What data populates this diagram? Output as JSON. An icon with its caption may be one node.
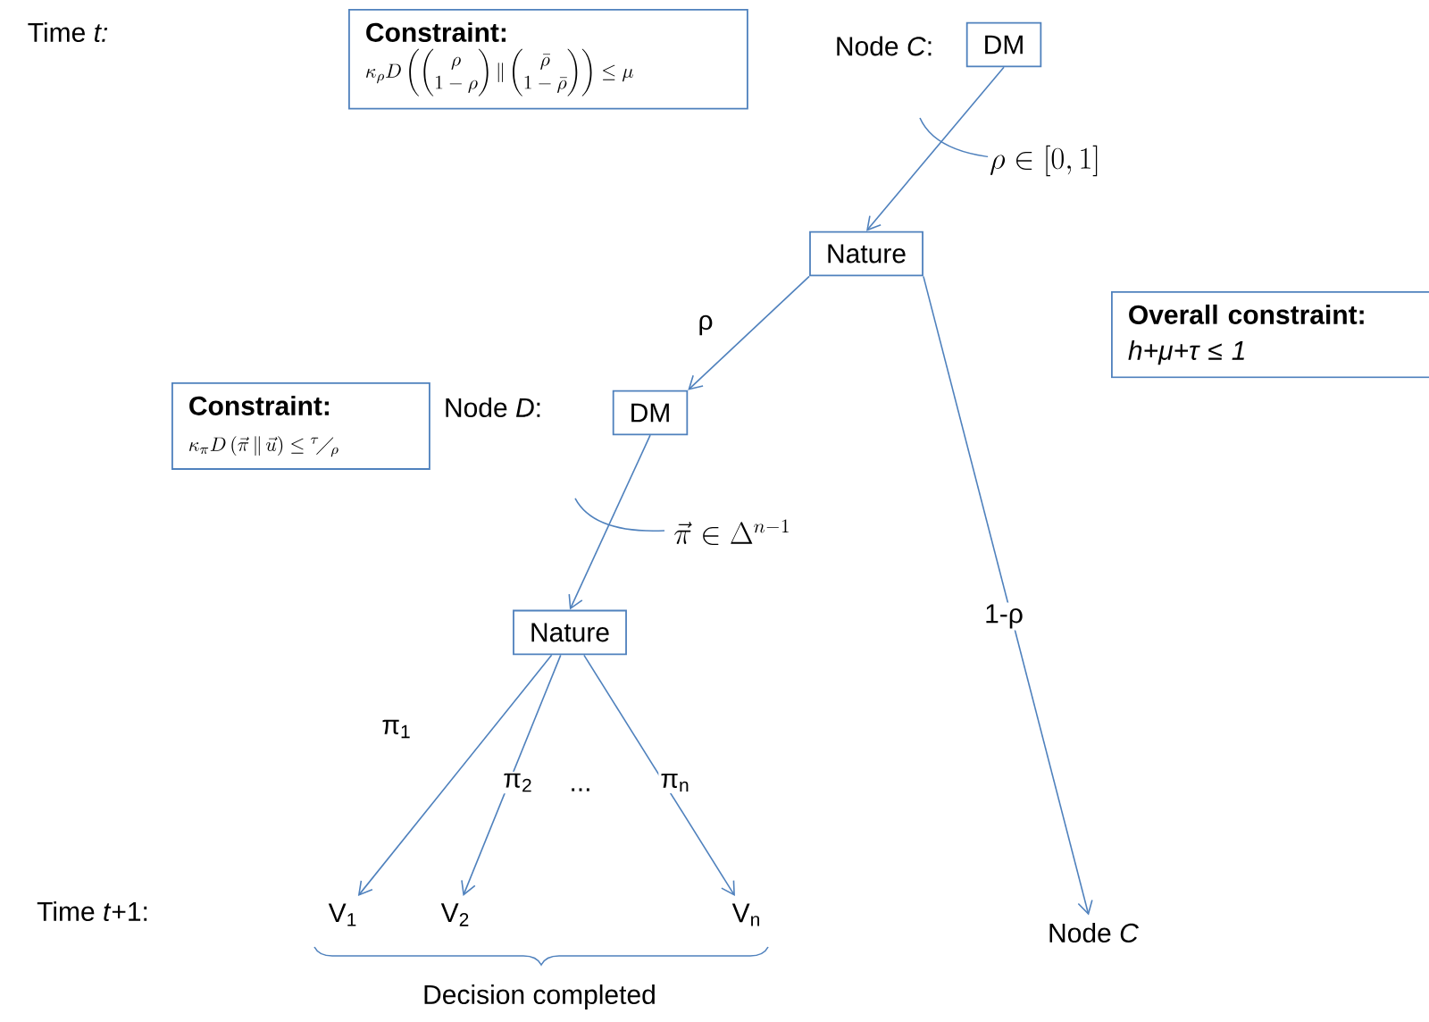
{
  "diagram": {
    "nodes": [
      {
        "text": [
          "Constraint:",
          "\\kappa_\\rho D\\left(\\begin{pmatrix}\\rho\\\\ 1-\\rho\\end{pmatrix}\\Vert\\begin{pmatrix}\\bar\\rho\\\\ 1-\\bar\\rho\\end{pmatrix}\\right)\\le\\mu"
        ]
      },
      {
        "text": [
          "DM"
        ],
        "beside": [
          "Node *C*:"
        ]
      },
      {
        "text": [
          "Nature"
        ]
      },
      {
        "text": [
          "Overall constraint:",
          "h+μ+τ ≤ 1"
        ]
      },
      {
        "text": [
          "Constraint:",
          "\\kappa_\\pi D\\left(\\vec\\pi\\,\\Vert\\,\\vec u\\right)\\le {}^{\\tau}\\!\\diagup\\!{}_{\\rho}"
        ]
      },
      {
        "text": [
          "DM"
        ]
      },
      {
        "text": [
          "Nature"
        ]
      },
      {
        "text": [
          "V$_{1}$"
        ]
      },
      {
        "text": [
          "V$_{2}$"
        ]
      },
      {
        "text": [
          "V$_{n}$"
        ]
      },
      {
        "text": [
          "Node *C*"
        ]
      }
    ],
    "edges": [
      {
        "from": 1,
        "to": 2,
        "arrow": "to",
        "label": "\\rho\\in[0,1]"
      },
      {
        "from": 2,
        "to": 5,
        "arrow": "to",
        "label": "ρ"
      },
      {
        "from": 2,
        "to": 10,
        "arrow": "to",
        "label": "1-ρ"
      },
      {
        "from": 5,
        "to": 6,
        "arrow": "to",
        "label": "\\vec\\pi\\in\\Delta^{n-1}"
      },
      {
        "from": 6,
        "to": 7,
        "arrow": "to",
        "label": "π$_{1}$"
      },
      {
        "from": 6,
        "to": 8,
        "arrow": "to",
        "label": "π$_{2}$"
      },
      {
        "from": 6,
        "to": 9,
        "arrow": "to",
        "label": "π$_{n}$"
      }
    ],
    "labels": [
      "Time *t:*",
      "Node *D*:",
      "...",
      "Time *t*+1:",
      "Decision completed"
    ]
  }
}
